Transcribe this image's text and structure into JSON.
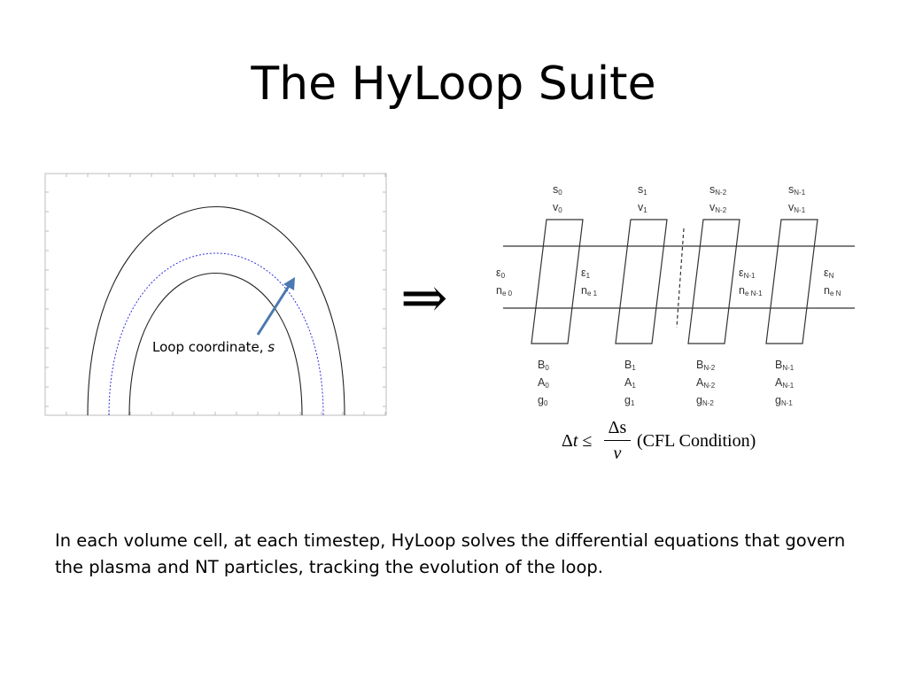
{
  "title": "The HyLoop Suite",
  "loop_figure": {
    "label": "Loop coordinate, ",
    "label_var": "s",
    "colors": {
      "loop": "#222222",
      "midline": "#3333dd",
      "arrow": "#4a78b0"
    }
  },
  "implies_symbol": "⇒",
  "cells": [
    {
      "s": "s",
      "s_sub": "0",
      "v": "v",
      "v_sub": "0",
      "eps": "ε",
      "eps_sub": "0",
      "ne": "n",
      "ne_sub": "e 0",
      "B": "B",
      "B_sub": "0",
      "A": "A",
      "A_sub": "0",
      "g": "g",
      "g_sub": "0"
    },
    {
      "s": "s",
      "s_sub": "1",
      "v": "v",
      "v_sub": "1",
      "eps": "ε",
      "eps_sub": "1",
      "ne": "n",
      "ne_sub": "e 1",
      "B": "B",
      "B_sub": "1",
      "A": "A",
      "A_sub": "1",
      "g": "g",
      "g_sub": "1"
    },
    {
      "s": "s",
      "s_sub": "N-2",
      "v": "v",
      "v_sub": "N-2",
      "eps": "ε",
      "eps_sub": "N-1",
      "ne": "n",
      "ne_sub": "e N-1",
      "B": "B",
      "B_sub": "N-2",
      "A": "A",
      "A_sub": "N-2",
      "g": "g",
      "g_sub": "N-2"
    },
    {
      "s": "s",
      "s_sub": "N-1",
      "v": "v",
      "v_sub": "N-1",
      "eps": "ε",
      "eps_sub": "N",
      "ne": "n",
      "ne_sub": "e N",
      "B": "B",
      "B_sub": "N-1",
      "A": "A",
      "A_sub": "N-1",
      "g": "g",
      "g_sub": "N-1"
    }
  ],
  "formula": {
    "delta": "Δ",
    "t": "t",
    "leq": " ≤",
    "numerator": "Δs",
    "denominator": "v",
    "condition": "(CFL Condition)"
  },
  "body_text": "In each volume cell, at each timestep, HyLoop solves the differential equations that govern the plasma and NT particles, tracking the evolution of the loop."
}
